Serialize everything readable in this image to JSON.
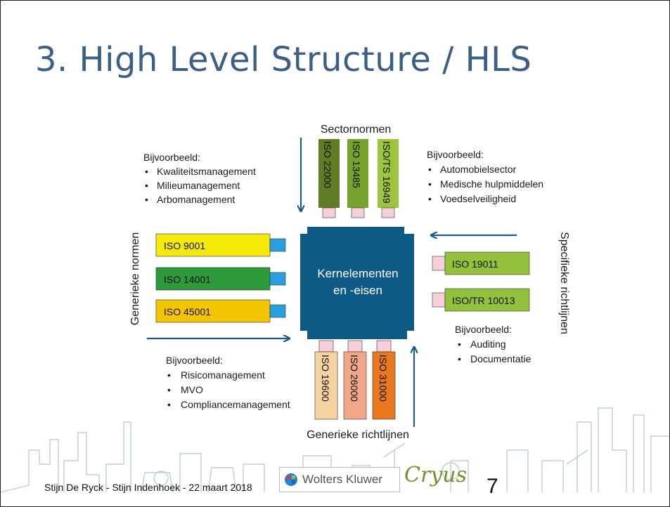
{
  "slide": {
    "title": "3. High Level Structure / HLS",
    "page_number": "7",
    "footer": "Stijn De Ryck - Stijn Indenhoek - 22 maart 2018",
    "logos": {
      "wolters_kluwer": "Wolters Kluwer",
      "cryus": "Cryus"
    }
  },
  "diagram": {
    "center": {
      "line1": "Kernelementen",
      "line2": "en -eisen"
    },
    "top": {
      "heading": "Sectornormen",
      "bars": [
        "ISO 22000",
        "ISO 13485",
        "ISO/TS 16949"
      ],
      "colors": [
        "#5e7d24",
        "#77a22e",
        "#9cc43c"
      ]
    },
    "left": {
      "heading": "Generieke normen",
      "bars": [
        "ISO 9001",
        "ISO 14001",
        "ISO 45001"
      ],
      "colors": [
        "#f5e90a",
        "#2e9a3c",
        "#f2c500"
      ]
    },
    "right": {
      "heading": "Specifieke richtlijnen",
      "bars": [
        "ISO 19011",
        "ISO/TR 10013"
      ],
      "colors": [
        "#93c13b",
        "#93c13b"
      ]
    },
    "bottom": {
      "heading": "Generieke richtlijnen",
      "bars": [
        "ISO 19600",
        "ISO 26000",
        "ISO 31000"
      ],
      "colors": [
        "#f6d3a3",
        "#f2a78a",
        "#e9781f"
      ]
    },
    "notes": {
      "top_left": {
        "heading": "Bijvoorbeeld:",
        "items": [
          "Kwaliteitsmanagement",
          "Milieumanagement",
          "Arbomanagement"
        ]
      },
      "top_right": {
        "heading": "Bijvoorbeeld:",
        "items": [
          "Automobielsector",
          "Medische hulpmiddelen",
          "Voedselveiligheid"
        ]
      },
      "bottom_left": {
        "heading": "Bijvoorbeeld:",
        "items": [
          "Risicomanagement",
          "MVO",
          "Compliancemanagement"
        ]
      },
      "bottom_right": {
        "heading": "Bijvoorbeeld:",
        "items": [
          "Auditing",
          "Documentatie"
        ]
      }
    },
    "colors": {
      "center": "#0e5a86",
      "arrow": "#1d5c88",
      "connector_blue": "#2a9fe0",
      "connector_pink": "#f6cfd8"
    }
  }
}
